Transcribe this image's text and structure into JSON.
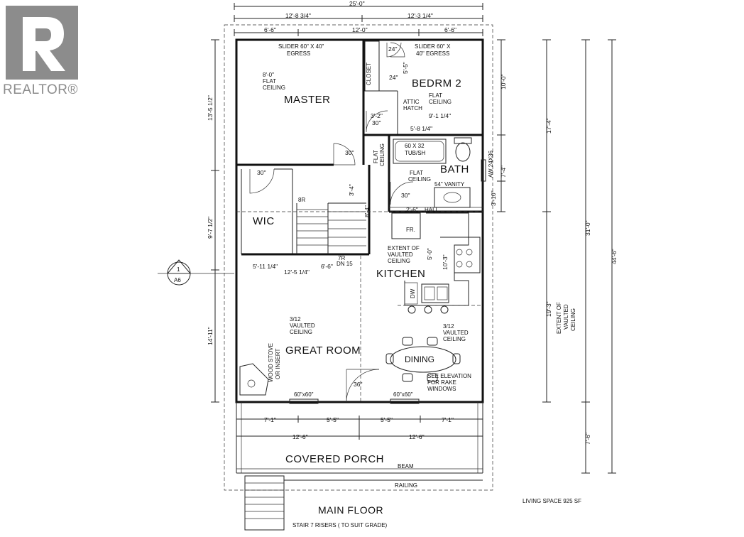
{
  "logo": {
    "brand": "REALTOR®",
    "icon": "realtor-r-icon",
    "color": "#8c8c8c"
  },
  "plan_title": "MAIN FLOOR",
  "stair_note": "STAIR 7 RISERS ( TO SUIT GRADE)",
  "living_space": "LIVING SPACE  925 SF",
  "section_marker": {
    "number": "1",
    "sheet": "A6"
  },
  "rooms": {
    "master": "MASTER",
    "bedrm2": "BEDRM 2",
    "bath": "BATH",
    "wic": "WIC",
    "kitchen": "KITCHEN",
    "great_room": "GREAT ROOM",
    "dining": "DINING",
    "covered_porch": "COVERED PORCH",
    "closet": "CLOSET"
  },
  "notes": {
    "slider_master_1": "SLIDER 60\" X 40\"",
    "slider_master_2": "EGRESS",
    "slider_bed2_1": "SLIDER 60\" X",
    "slider_bed2_2": "40\" EGRESS",
    "master_ceiling_1": "8'-0\"",
    "master_ceiling_2": "FLAT",
    "master_ceiling_3": "CEILING",
    "bed2_ceiling_1": "FLAT",
    "bed2_ceiling_2": "CEILING",
    "attic_1": "ATTIC",
    "attic_2": "HATCH",
    "hall_ceiling_1": "FLAT",
    "hall_ceiling_2": "CEILING",
    "bath_ceiling_1": "FLAT",
    "bath_ceiling_2": "CEILING",
    "tub_1": "60 X 32",
    "tub_2": "TUB/SH",
    "vanity": "54\" VANITY",
    "window_aw": "AW 24X36",
    "fridge": "FR.",
    "extent_1": "EXTENT OF",
    "extent_2": "VAULTED",
    "extent_3": "CEILING",
    "dw": "DW",
    "kitchen_vault_1": "3/12",
    "kitchen_vault_2": "VAULTED",
    "kitchen_vault_3": "CEILING",
    "great_vault_1": "3/12",
    "great_vault_2": "VAULTED",
    "great_vault_3": "CEILING",
    "woodstove_1": "WOOD STOVE",
    "woodstove_2": "OR INSERT",
    "rake_1": "SEE ELEVATION",
    "rake_2": "FOR RAKE",
    "rake_3": "WINDOWS",
    "window_60a": "60\"x60\"",
    "window_60b": "60\"x60\"",
    "beam": "BEAM",
    "railing": "RAILING",
    "hall": "HALL",
    "stair_br": "8R",
    "stair_7r": "7R",
    "stair_dn": "DN 15",
    "right_extent_1": "EXTENT OF",
    "right_extent_2": "VAULTED",
    "right_extent_3": "CEILING"
  },
  "dims": {
    "top_total": "25'-0\"",
    "top_left": "12'-8 3/4\"",
    "top_right": "12'-3 1/4\"",
    "top2_left": "6'-6\"",
    "top2_mid": "12'-0\"",
    "top2_right": "6'-6\"",
    "d24a": "24\"",
    "d24b": "24\"",
    "d556": "5'-5\"",
    "bed2_h": "10'-0\"",
    "right_1": "17'-4\"",
    "right_2": "31'-0\"",
    "right_total": "44'-6\"",
    "right_bottom": "7'-6\"",
    "right_vault": "19'-3\"",
    "d32": "3'-2\"",
    "d30a": "30\"",
    "d30b": "30\"",
    "d30c": "30\"",
    "d30d": "30\"",
    "d36": "36\"",
    "d914": "9'-1 1/4\"",
    "d58": "5'-8 1/4\"",
    "bath_h": "7'-4\"",
    "vanity_h": "3'-10\"",
    "left_1": "13'-5 1/2\"",
    "left_2": "9'-7 1/2\"",
    "left_3": "14'-11\"",
    "d34": "3'-4\"",
    "d84": "8'-4\"",
    "d256": "2'-6\"",
    "d511": "5'-11 1/4\"",
    "d125": "12'-5 1/4\"",
    "d66": "6'-6\"",
    "d50": "5'-0\"",
    "d103": "10'-3\"",
    "bot1_a": "7'-1\"",
    "bot1_b": "5'-5\"",
    "bot1_c": "5'-5\"",
    "bot1_d": "7'-1\"",
    "bot2_a": "12'-6\"",
    "bot2_b": "12'-6\""
  }
}
